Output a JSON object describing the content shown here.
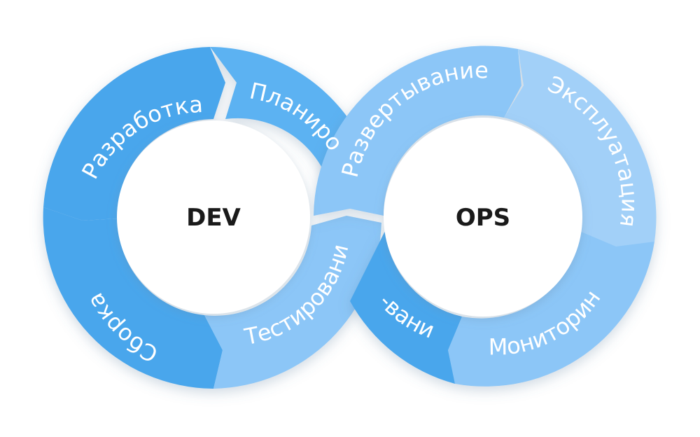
{
  "dev": {
    "title": "DEV",
    "segments": [
      {
        "label": "Разработка"
      },
      {
        "label": "Планиро"
      },
      {
        "label": "Сборка"
      },
      {
        "label": "Тестирование"
      }
    ]
  },
  "ops": {
    "title": "OPS",
    "segments": [
      {
        "label": "Развертывание"
      },
      {
        "label": "Эксплуатация"
      },
      {
        "label": "-вание"
      },
      {
        "label": "Мониторинг"
      }
    ]
  },
  "colors": {
    "blue_dark": "#4aa6ec",
    "blue_mid": "#5cb2f2",
    "blue_light": "#8cc6f7",
    "blue_pale": "#a2d0f8",
    "center_fill": "#ffffff",
    "text_dark": "#1a1a1a"
  }
}
